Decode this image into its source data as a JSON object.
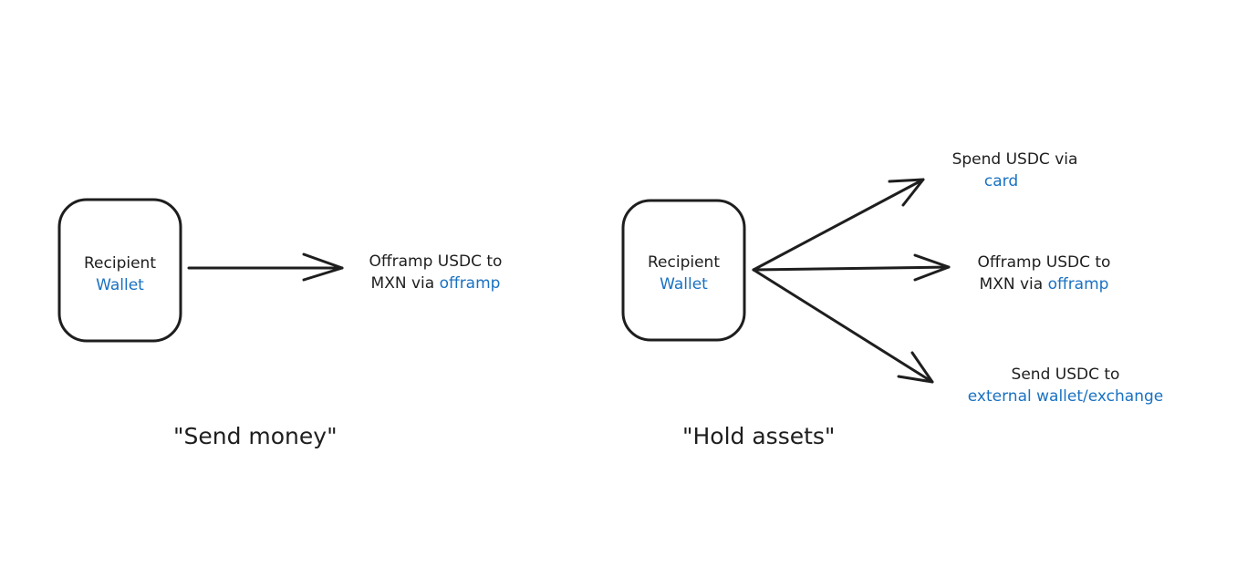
{
  "colors": {
    "stroke": "#1e1e1e",
    "accent": "#1971c2"
  },
  "left": {
    "box": {
      "line1": "Recipient",
      "line2": "Wallet"
    },
    "target": {
      "line1": "Offramp USDC to",
      "line2_prefix": "MXN via ",
      "link": "offramp"
    },
    "caption": "\"Send money\""
  },
  "right": {
    "box": {
      "line1": "Recipient",
      "line2": "Wallet"
    },
    "targets": [
      {
        "line1": "Spend USDC via",
        "link": "card"
      },
      {
        "line1": "Offramp USDC to",
        "line2_prefix": "MXN via ",
        "link": "offramp"
      },
      {
        "line1": "Send USDC to",
        "link": "external wallet/exchange"
      }
    ],
    "caption": "\"Hold assets\""
  }
}
